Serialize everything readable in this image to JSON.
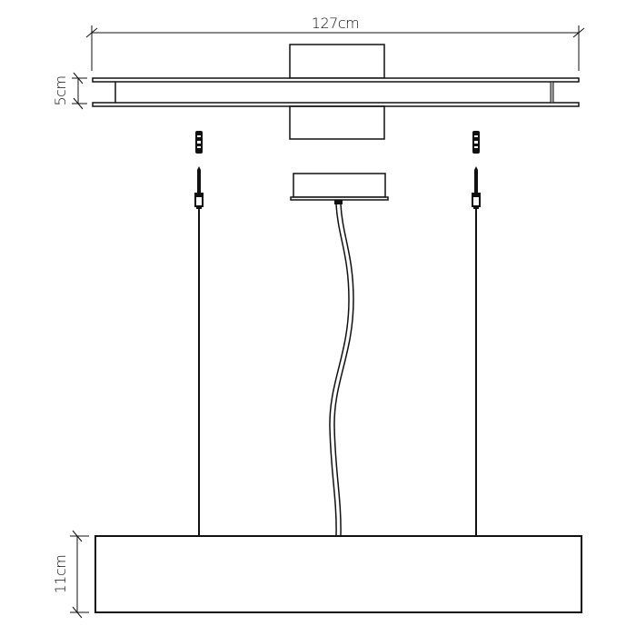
{
  "diagram": {
    "title": "Pendant lamp dimension drawing",
    "dimensions": {
      "width_label": "127cm",
      "canopy_height_label": "5cm",
      "lamp_height_label": "11cm"
    },
    "parts": [
      {
        "name": "ceiling-canopy",
        "description": "Double bar ceiling mount with center box"
      },
      {
        "name": "wall-plugs",
        "count": 2
      },
      {
        "name": "screws",
        "count": 2
      },
      {
        "name": "suspension-wires",
        "count": 2
      },
      {
        "name": "cable-cap"
      },
      {
        "name": "power-cable"
      },
      {
        "name": "lamp-body"
      }
    ],
    "colors": {
      "line": "#111111",
      "background": "#ffffff"
    }
  }
}
